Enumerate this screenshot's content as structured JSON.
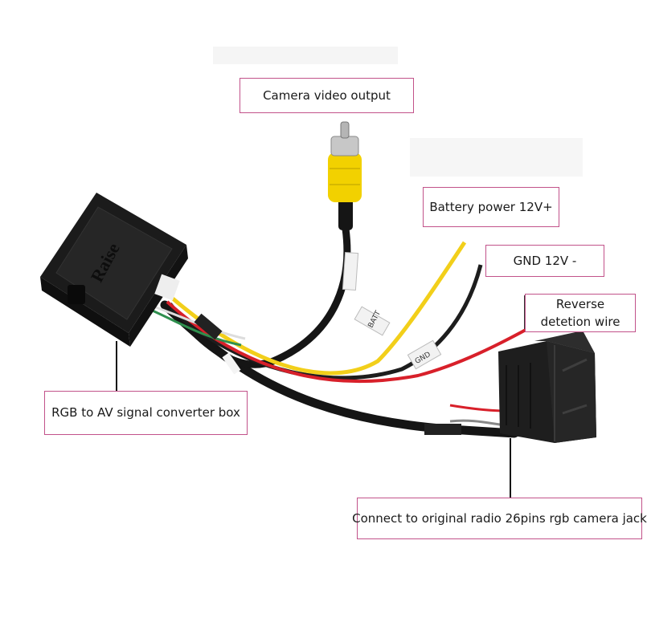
{
  "labels": {
    "camera_output": "Camera video output",
    "battery": "Battery power 12V+",
    "gnd": "GND 12V -",
    "reverse_line1": "Reverse",
    "reverse_line2": "detetion  wire",
    "converter_box": "RGB to AV signal converter box",
    "radio_jack": "Connect to original radio 26pins rgb camera jack"
  },
  "product_print": {
    "box_logo": "Raise",
    "tag_batt": "BATT",
    "tag_gnd": "GND"
  },
  "colors": {
    "callout_border": "#c2528a",
    "plug_yellow": "#f2d100",
    "cable_black": "#151515",
    "wire_red": "#d8202a",
    "wire_yellow": "#f2cf1a",
    "box_black": "#1b1b1b"
  }
}
